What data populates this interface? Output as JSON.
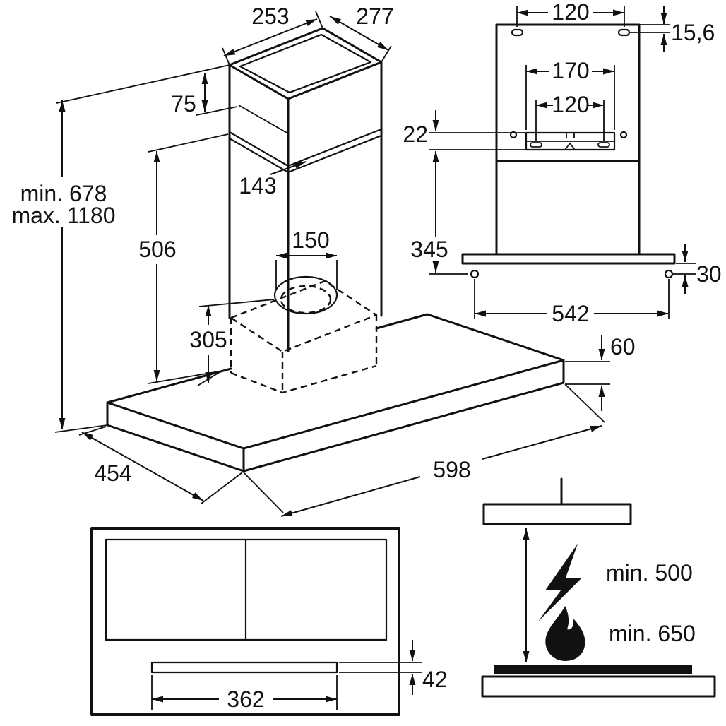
{
  "views": {
    "iso": {
      "dims": {
        "top_depth": "253",
        "top_width": "277",
        "vent_offset": "75",
        "vent_width": "143",
        "height_min": "min. 678",
        "height_max": "max. 1180",
        "chimney_height": "506",
        "duct_diameter": "150",
        "body_height": "305",
        "canopy_depth": "454",
        "canopy_width": "598",
        "canopy_thickness": "60"
      }
    },
    "rear": {
      "dims": {
        "top_holes_spacing": "120",
        "top_holes_offset": "15,6",
        "bracket_width": "170",
        "bracket_holes_spacing": "120",
        "bracket_height": "22",
        "bracket_to_bottom": "345",
        "lower_holes_offset": "30",
        "lower_holes_spacing": "542"
      }
    },
    "front": {
      "dims": {
        "panel_width": "362",
        "panel_height": "42"
      }
    },
    "clearance": {
      "electric_min": "min. 500",
      "gas_min": "min. 650"
    }
  }
}
